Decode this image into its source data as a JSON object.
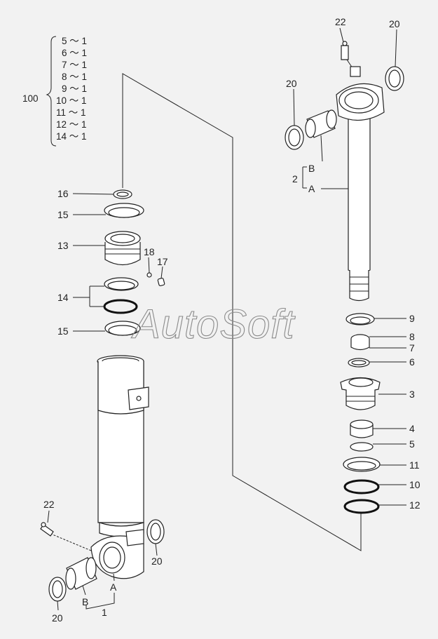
{
  "kit": {
    "number": "100",
    "items": [
      "5 ～ 1",
      "6 ～ 1",
      "7 ～ 1",
      "8 ～ 1",
      "9 ～ 1",
      "10 ～ 1",
      "11 ～ 1",
      "12 ～ 1",
      "14 ～ 1"
    ]
  },
  "watermark": "AutoSoft",
  "callouts": {
    "p1": "1",
    "p1a": "A",
    "p1b": "B",
    "p2": "2",
    "p2a": "A",
    "p2b": "B",
    "p3": "3",
    "p4": "4",
    "p5": "5",
    "p6": "6",
    "p7": "7",
    "p8": "8",
    "p9": "9",
    "p10": "10",
    "p11": "11",
    "p12": "12",
    "p13": "13",
    "p14": "14",
    "p15a": "15",
    "p15b": "15",
    "p16": "16",
    "p17": "17",
    "p18": "18",
    "p20a": "20",
    "p20b": "20",
    "p20c": "20",
    "p20d": "20",
    "p22a": "22",
    "p22b": "22"
  }
}
